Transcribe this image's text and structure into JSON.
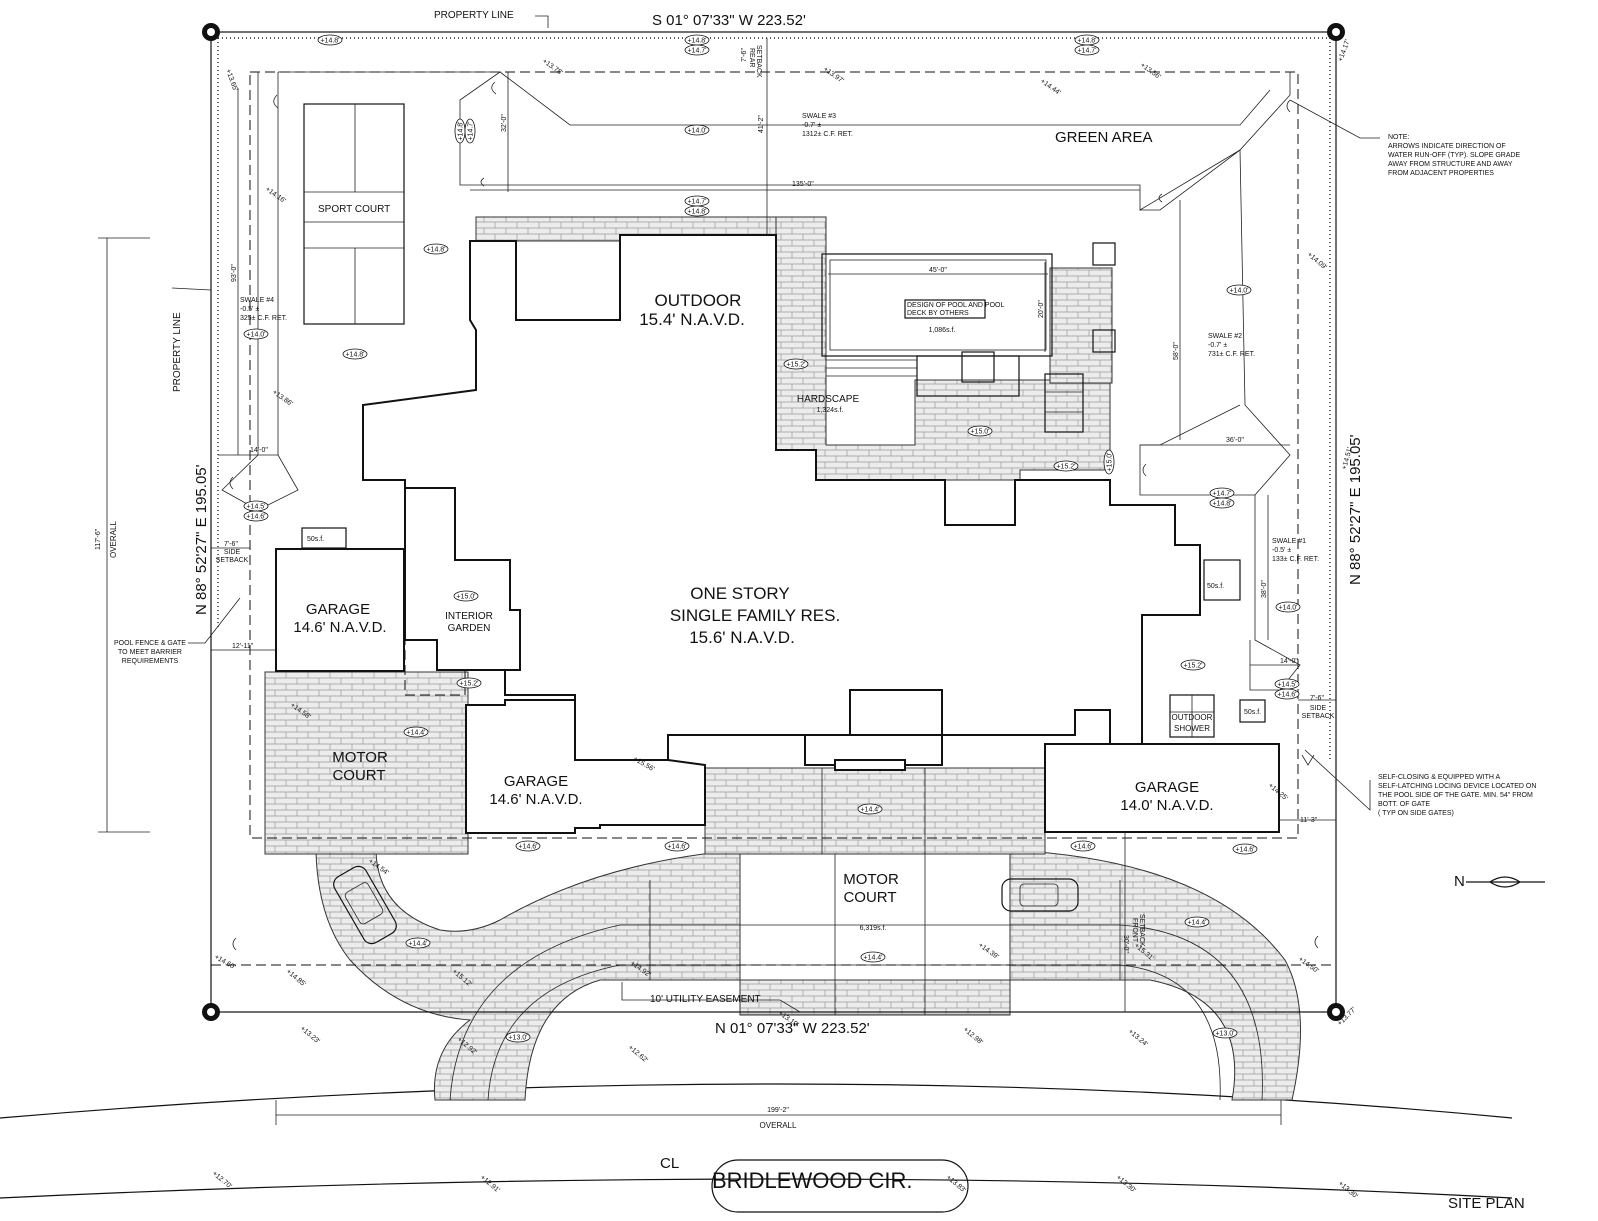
{
  "labels": {
    "property_line_top": "PROPERTY LINE",
    "property_line_left": "PROPERTY LINE",
    "bearing_top": "S 01° 07'33\" W   223.52'",
    "bearing_bottom": "N 01° 07'33\" W   223.52'",
    "bearing_left": "N 88° 52'27\" E   195.05'",
    "bearing_right": "N 88° 52'27\" E   195.05'",
    "green_area": "GREEN AREA",
    "sport_court": "SPORT COURT",
    "outdoor_line1": "OUTDOOR",
    "outdoor_line2": "15.4' N.A.V.D.",
    "house_line1": "ONE STORY",
    "house_line2": "SINGLE FAMILY RES.",
    "house_line3": "15.6' N.A.V.D.",
    "garage_left_line1": "GARAGE",
    "garage_left_line2": "14.6' N.A.V.D.",
    "garage_mid_line1": "GARAGE",
    "garage_mid_line2": "14.6' N.A.V.D.",
    "garage_right_line1": "GARAGE",
    "garage_right_line2": "14.0' N.A.V.D.",
    "interior_garden_line1": "INTERIOR",
    "interior_garden_line2": "GARDEN",
    "motor_court_left_line1": "MOTOR",
    "motor_court_left_line2": "COURT",
    "motor_court_front_line1": "MOTOR",
    "motor_court_front_line2": "COURT",
    "motor_court_area": "6,319s.f.",
    "hardscape": "HARDSCAPE",
    "hardscape_area": "1,324s.f.",
    "pool_note_line1": "DESIGN OF POOL AND POOL",
    "pool_note_line2": "DECK BY OTHERS",
    "pool_area": "1,086s.f.",
    "outdoor_shower_line1": "OUTDOOR",
    "outdoor_shower_line2": "SHOWER",
    "utility_easement": "10' UTILITY EASEMENT",
    "street": "BRIDLEWOOD CIR.",
    "site_plan": "SITE PLAN",
    "overall_bottom": "OVERALL",
    "overall_left": "OVERALL",
    "rear_setback_line1": "REAR",
    "rear_setback_line2": "SETBACK",
    "side_setback_left_line1": "SIDE",
    "side_setback_left_line2": "SETBACK",
    "side_setback_right_line1": "SIDE",
    "side_setback_right_line2": "SETBACK",
    "front_setback_line1": "FRONT",
    "front_setback_line2": "SETBACK",
    "centerline": "CL",
    "north": "N"
  },
  "notes": {
    "runoff_line1": "NOTE:",
    "runoff_line2": "ARROWS INDICATE DIRECTION OF",
    "runoff_line3": "WATER RUN-OFF (TYP). SLOPE GRADE",
    "runoff_line4": "AWAY FROM STRUCTURE AND AWAY",
    "runoff_line5": "FROM ADJACENT PROPERTIES",
    "gate_line1": "SELF-CLOSING & EQUIPPED WITH A",
    "gate_line2": "SELF-LATCHING LOCING DEVICE LOCATED ON",
    "gate_line3": "THE POOL SIDE OF THE GATE. MIN. 54\" FROM",
    "gate_line4": "BOTT. OF GATE",
    "gate_line5": "( TYP ON SIDE GATES)",
    "fence_line1": "POOL FENCE & GATE",
    "fence_line2": "TO MEET BARRIER",
    "fence_line3": "REQUIREMENTS"
  },
  "swales": {
    "s1_line1": "SWALE #1",
    "s1_line2": "-0.5' ±",
    "s1_line3": "133± C.F. RET.",
    "s2_line1": "SWALE #2",
    "s2_line2": "-0.7' ±",
    "s2_line3": "731± C.F. RET.",
    "s3_line1": "SWALE #3",
    "s3_line2": "-0.7' ±",
    "s3_line3": "1312± C.F. RET.",
    "s4_line1": "SWALE #4",
    "s4_line2": "-0.5' ±",
    "s4_line3": "325± C.F. RET."
  },
  "dimensions": {
    "d_135": "135'-0\"",
    "d_41_2": "41'-2\"",
    "d_32": "32'-0\"",
    "d_7_6_top": "7'-6\"",
    "d_93": "93'-0\"",
    "d_14_left": "14'-0\"",
    "d_7_6_left": "7'-6\"",
    "d_12_11": "12'-11\"",
    "d_117_6": "117'-6\"",
    "d_199_2": "199'-2\"",
    "d_45": "45'-0\"",
    "d_20": "20'-0\"",
    "d_58": "58'-0\"",
    "d_36": "36'-0\"",
    "d_38": "38'-0\"",
    "d_14_right": "14'-0\"",
    "d_7_6_right": "7'-6\"",
    "d_11_3": "11'-3\"",
    "d_30": "30'-0\""
  },
  "areas": {
    "a1": "50s.f.",
    "a2": "50s.f.",
    "a3": "50s.f."
  },
  "elevations": {
    "b1": "+14.8'",
    "b2": "+14.8'",
    "b3": "+14.7'",
    "b4": "+14.8'",
    "b5": "+14.7'",
    "b6": "+14.0'",
    "b7": "+14.7'",
    "b8": "+14.8'",
    "b9": "+14.8'",
    "b10": "+14.7'",
    "b11": "+14.8'",
    "b12": "+14.0'",
    "b13": "+14.8'",
    "b14": "+14.5'",
    "b15": "+14.6'",
    "b16": "+15.2'",
    "b17": "+15.0'",
    "b18": "+15.0'",
    "b19": "+15.2'",
    "b20": "+15.0'",
    "b21": "+14.0'",
    "b22": "+14.7'",
    "b23": "+14.8'",
    "b24": "+14.0'",
    "b25": "+15.2'",
    "b26": "+14.4'",
    "b27": "+15.2'",
    "b28": "+14.4'",
    "b29": "+14.6'",
    "b30": "+14.6'",
    "b31": "+14.6'",
    "b32": "+14.6'",
    "b33": "+14.4'",
    "b34": "+14.4'",
    "b35": "+14.4'",
    "b36": "+13.0'",
    "b37": "+13.0'",
    "b38": "+14.5'",
    "b39": "+14.6'",
    "s1": "+13.65'",
    "s2": "+13.78'",
    "s3": "+13.97'",
    "s4": "+14.44'",
    "s5": "+13.56'",
    "s6": "+14.17'",
    "s7": "+14.16'",
    "s8": "+13.86'",
    "s9": "+14.09'",
    "s10": "+14.51'",
    "s11": "+14.58'",
    "s12": "+15.56'",
    "s13": "+14.25'",
    "s14": "+14.54'",
    "s15": "+14.60'",
    "s16": "+14.85'",
    "s17": "+15.12'",
    "s18": "+14.92'",
    "s19": "+14.39'",
    "s20": "+15.31'",
    "s21": "+14.50'",
    "s22": "+13.23'",
    "s23": "+12.92'",
    "s24": "+12.62'",
    "s25": "+13.19'",
    "s26": "+12.98'",
    "s27": "+13.24'",
    "s28": "+13.77'",
    "s29": "+12.70'",
    "s30": "+12.91'",
    "s31": "+13.83'",
    "s32": "+13.30'",
    "s33": "+13.30'"
  }
}
